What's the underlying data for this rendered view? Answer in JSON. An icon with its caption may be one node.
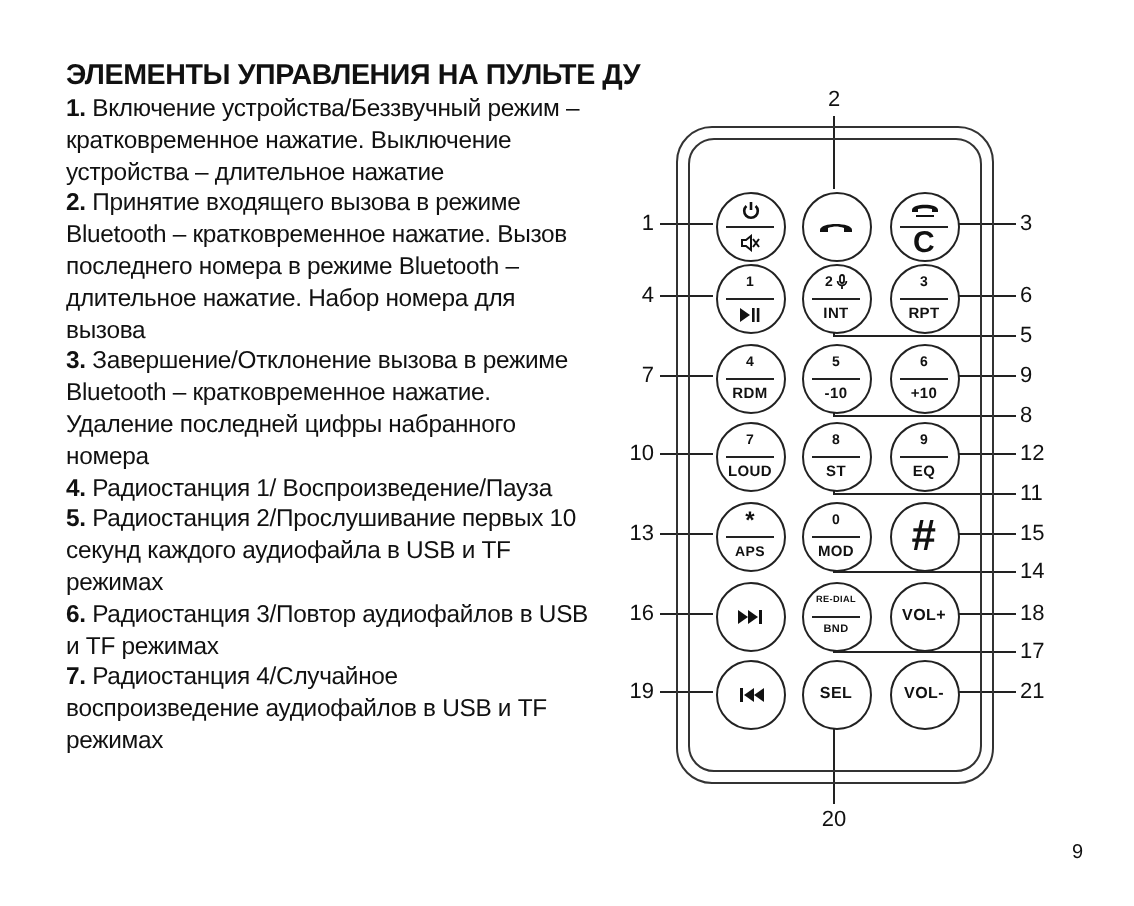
{
  "diagram": {
    "title": "ЭЛЕМЕНТЫ УПРАВЛЕНИЯ НА ПУЛЬТЕ ДУ",
    "nodes": [
      {
        "text": [],
        "shape": "box"
      },
      {
        "text": [],
        "shape": "circle",
        "in": 0
      },
      {
        "text": [],
        "shape": "circle",
        "in": 0
      },
      {
        "text": [
          "C"
        ],
        "in": 0
      },
      {
        "text": [
          "1"
        ],
        "in": 0
      },
      {
        "text": [
          "2",
          "INT"
        ],
        "in": 0
      },
      {
        "text": [
          "3",
          "RPT"
        ],
        "in": 0
      },
      {
        "text": [
          "4",
          "RDM"
        ],
        "in": 0
      },
      {
        "text": [
          "5",
          "-10"
        ],
        "in": 0
      },
      {
        "text": [
          "6",
          "+10"
        ],
        "in": 0
      },
      {
        "text": [
          "7",
          "LOUD"
        ],
        "in": 0
      },
      {
        "text": [
          "8",
          "ST"
        ],
        "in": 0
      },
      {
        "text": [
          "9",
          "EQ"
        ],
        "in": 0
      },
      {
        "text": [
          "*",
          "APS"
        ],
        "in": 0
      },
      {
        "text": [
          "0",
          "MOD"
        ],
        "in": 0
      },
      {
        "text": [
          "#"
        ],
        "in": 0
      },
      {
        "text": [],
        "shape": "circle",
        "in": 0
      },
      {
        "text": [
          "RE-DIAL",
          "BND"
        ],
        "in": 0
      },
      {
        "text": [
          "VOL+"
        ],
        "in": 0
      },
      {
        "text": [],
        "shape": "circle",
        "in": 0
      },
      {
        "text": [
          "SEL"
        ],
        "in": 0
      },
      {
        "text": [
          "VOL-"
        ],
        "in": 0
      },
      {
        "text": [
          "1"
        ]
      },
      {
        "text": [
          "2"
        ]
      },
      {
        "text": [
          "3"
        ]
      },
      {
        "text": [
          "4"
        ]
      },
      {
        "text": [
          "5"
        ]
      },
      {
        "text": [
          "6"
        ]
      },
      {
        "text": [
          "7"
        ]
      },
      {
        "text": [
          "8"
        ]
      },
      {
        "text": [
          "9"
        ]
      },
      {
        "text": [
          "10"
        ]
      },
      {
        "text": [
          "11"
        ]
      },
      {
        "text": [
          "12"
        ]
      },
      {
        "text": [
          "13"
        ]
      },
      {
        "text": [
          "14"
        ]
      },
      {
        "text": [
          "15"
        ]
      },
      {
        "text": [
          "16"
        ]
      },
      {
        "text": [
          "17"
        ]
      },
      {
        "text": [
          "18"
        ]
      },
      {
        "text": [
          "19"
        ]
      },
      {
        "text": [
          "20"
        ]
      },
      {
        "text": [
          "21"
        ]
      }
    ],
    "edges": [
      {
        "from": 22,
        "to": 1,
        "arrow": "none"
      },
      {
        "from": 23,
        "to": 2,
        "arrow": "none"
      },
      {
        "from": 24,
        "to": 3,
        "arrow": "none"
      },
      {
        "from": 25,
        "to": 4,
        "arrow": "none"
      },
      {
        "from": 26,
        "to": 5,
        "arrow": "none"
      },
      {
        "from": 27,
        "to": 6,
        "arrow": "none"
      },
      {
        "from": 28,
        "to": 7,
        "arrow": "none"
      },
      {
        "from": 29,
        "to": 8,
        "arrow": "none"
      },
      {
        "from": 30,
        "to": 9,
        "arrow": "none"
      },
      {
        "from": 31,
        "to": 10,
        "arrow": "none"
      },
      {
        "from": 32,
        "to": 11,
        "arrow": "none"
      },
      {
        "from": 33,
        "to": 12,
        "arrow": "none"
      },
      {
        "from": 34,
        "to": 13,
        "arrow": "none"
      },
      {
        "from": 35,
        "to": 14,
        "arrow": "none"
      },
      {
        "from": 36,
        "to": 15,
        "arrow": "none"
      },
      {
        "from": 37,
        "to": 16,
        "arrow": "none"
      },
      {
        "from": 38,
        "to": 17,
        "arrow": "none"
      },
      {
        "from": 39,
        "to": 18,
        "arrow": "none"
      },
      {
        "from": 40,
        "to": 19,
        "arrow": "none"
      },
      {
        "from": 41,
        "to": 20,
        "arrow": "none"
      },
      {
        "from": 42,
        "to": 21,
        "arrow": "none"
      }
    ],
    "labels": [
      "**1.** Включение устройства/Беззвучный режим – кратковременное нажатие. Выключение устройства – длительное нажатие",
      "**2.** Принятие входящего вызова в режиме Bluetooth – кратковременное нажатие. Вызов последнего номера в режиме Bluetooth – длительное нажатие. Набор номера для вызова",
      "**3.** Завершение/Отклонение вызова в режиме Bluetooth – кратковременное нажатие. Удаление последней цифры набранного номера",
      "**4.** Радиостанция 1/ Воспроизведение/Пауза",
      "**5.** Радиостанция 2/Прослушивание первых 10 секунд каждого аудиофайла в USB и TF режимах",
      "**6.** Радиостанция 3/Повтор аудиофайлов в USB и TF режимах",
      "**7.** Радиостанция 4/Случайное воспроизведение аудиофайлов в USB и TF режимах",
      "9"
    ]
  }
}
